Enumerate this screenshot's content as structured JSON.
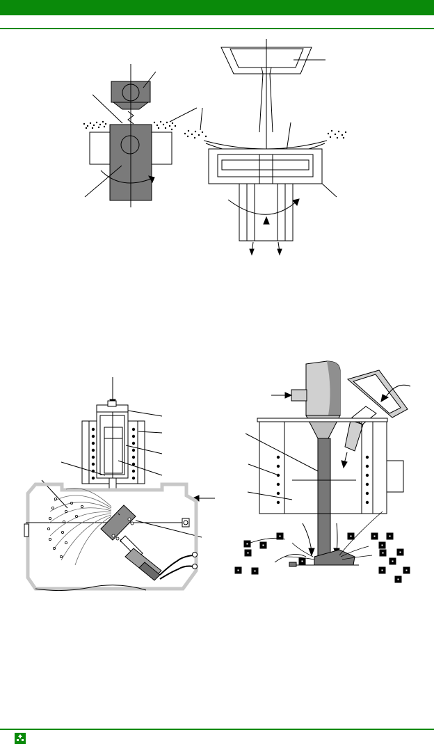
{
  "page": {
    "header_color": "#0a8a0a",
    "footer_logo": "recycling-logo-icon"
  },
  "figures": [
    {
      "name": "centrifugal-atomizer-small"
    },
    {
      "name": "rotating-disc-atomizer"
    },
    {
      "name": "induction-melt-atomizer"
    },
    {
      "name": "gas-atomization-tower"
    }
  ]
}
